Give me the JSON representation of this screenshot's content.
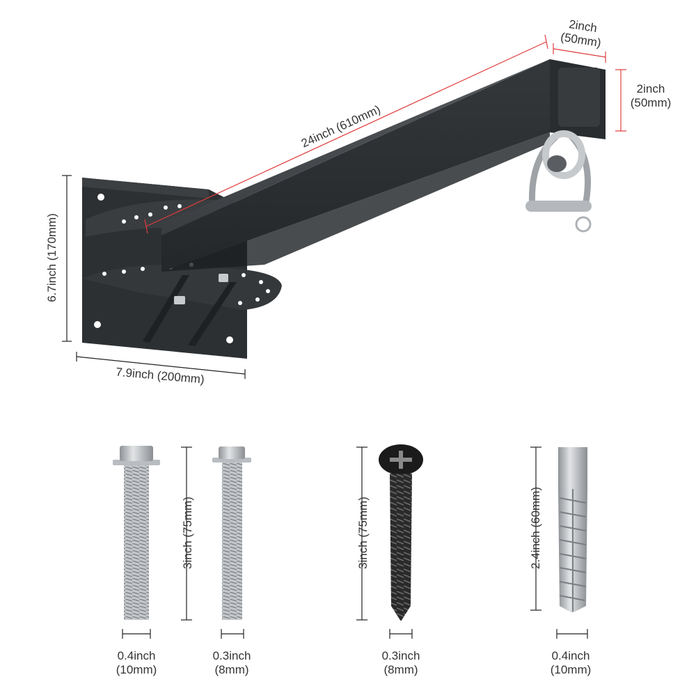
{
  "colors": {
    "steel_dark": "#2f3235",
    "steel_mid": "#45494d",
    "dimension_line_red": "#e03b3b",
    "dimension_line_black": "#222222",
    "zinc": "#b8bcc0"
  },
  "dimensions": {
    "arm_length": "24inch (610mm)",
    "tube_width_line1": "2inch",
    "tube_width_line2": "(50mm)",
    "tube_height_line1": "2inch",
    "tube_height_line2": "(50mm)",
    "plate_height": "6.7inch (170mm)",
    "plate_width": "7.9inch (200mm)"
  },
  "hardware": [
    {
      "name": "large-hex-bolt",
      "diameter_line1": "0.4inch",
      "diameter_line2": "(10mm)",
      "length": "3inch (75mm)"
    },
    {
      "name": "small-hex-bolt",
      "diameter_line1": "0.3inch",
      "diameter_line2": "(8mm)"
    },
    {
      "name": "lag-screw",
      "diameter_line1": "0.3inch",
      "diameter_line2": "(8mm)",
      "length": "3inch (75mm)"
    },
    {
      "name": "wall-anchor",
      "diameter_line1": "0.4inch",
      "diameter_line2": "(10mm)",
      "length": "2.4inch (60mm)"
    }
  ]
}
